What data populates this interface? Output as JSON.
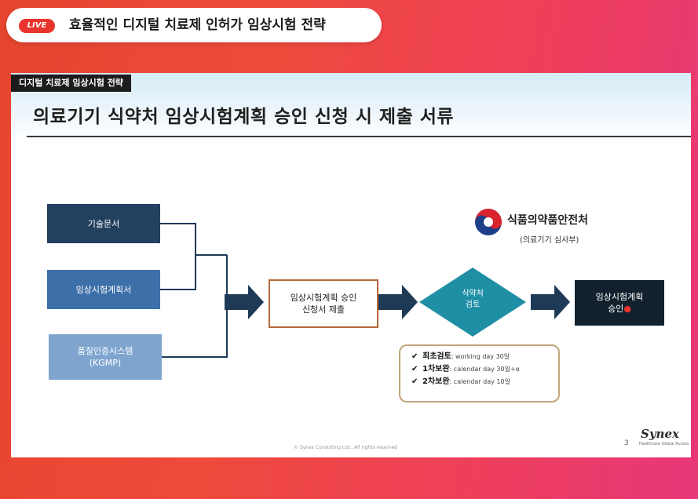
{
  "broadcast": {
    "live_badge": "LIVE",
    "title": "효율적인 디지털 치료제 인허가 임상시험 전략"
  },
  "slide": {
    "section_tag": "디지털 치료제 임상시험 전략",
    "title": "의료기기 식약처 임상시험계획 승인 신청 시 제출 서류",
    "documents": [
      {
        "line1": "기술문서",
        "line2": ""
      },
      {
        "line1": "임상시험계획서",
        "line2": ""
      },
      {
        "line1": "품질인증시스템",
        "line2": "(KGMP)"
      }
    ],
    "application": {
      "line1": "임상시험계획 승인",
      "line2": "신청서 제출"
    },
    "review_step": {
      "line1": "식약처",
      "line2": "검토"
    },
    "result": {
      "line1": "임상시험계획",
      "line2": "승인",
      "marker": "●"
    },
    "agency": {
      "name": "식품의약품안전처",
      "sub": "(의료기기 심사부)"
    },
    "review_timeline": [
      {
        "check": "✔",
        "label": "최초검토",
        "detail": ": working day 30일"
      },
      {
        "check": "✔",
        "label": "1차보완",
        "detail": ": calendar day 30일+α"
      },
      {
        "check": "✔",
        "label": "2차보완",
        "detail": ": calendar day 10일"
      }
    ],
    "copyright": "© Synex Consulting Ltd., All rights reserved",
    "page_number": "3",
    "logo": {
      "name": "Synex",
      "tagline": "Healthcare Global Access"
    }
  },
  "colors": {
    "doc1": "#23415f",
    "doc2": "#3d6fa8",
    "doc3": "#7fa5cf",
    "diamond": "#1f8fa6",
    "result": "#13212e",
    "arrow": "#1e3a57",
    "live": "#e8342c"
  },
  "icons": {
    "agency_emblem": "taegeuk-emblem",
    "flow_arrow": "right-arrow",
    "check": "check-icon"
  }
}
